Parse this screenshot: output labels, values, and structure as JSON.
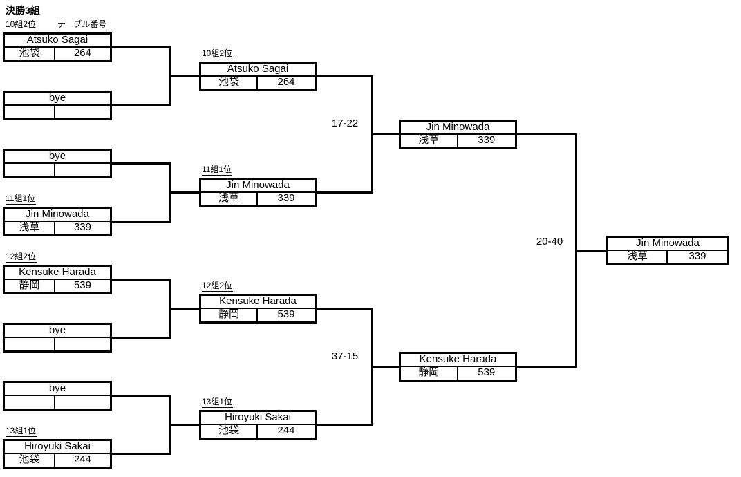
{
  "title": "決勝3組",
  "header": {
    "table_number_label": "テーブル番号"
  },
  "rounds": {
    "round1": [
      {
        "seed": "10組2位",
        "name": "Atsuko Sagai",
        "venue": "池袋",
        "table": "264"
      },
      {
        "seed": "",
        "name": "bye",
        "venue": "",
        "table": ""
      },
      {
        "seed": "",
        "name": "bye",
        "venue": "",
        "table": ""
      },
      {
        "seed": "11組1位",
        "name": "Jin Minowada",
        "venue": "浅草",
        "table": "339"
      },
      {
        "seed": "12組2位",
        "name": "Kensuke Harada",
        "venue": "静岡",
        "table": "539"
      },
      {
        "seed": "",
        "name": "bye",
        "venue": "",
        "table": ""
      },
      {
        "seed": "",
        "name": "bye",
        "venue": "",
        "table": ""
      },
      {
        "seed": "13組1位",
        "name": "Hiroyuki Sakai",
        "venue": "池袋",
        "table": "244"
      }
    ],
    "round2": [
      {
        "seed": "10組2位",
        "name": "Atsuko Sagai",
        "venue": "池袋",
        "table": "264"
      },
      {
        "seed": "11組1位",
        "name": "Jin Minowada",
        "venue": "浅草",
        "table": "339"
      },
      {
        "seed": "12組2位",
        "name": "Kensuke Harada",
        "venue": "静岡",
        "table": "539"
      },
      {
        "seed": "13組1位",
        "name": "Hiroyuki Sakai",
        "venue": "池袋",
        "table": "244"
      }
    ],
    "semifinal": [
      {
        "name": "Jin Minowada",
        "venue": "浅草",
        "table": "339"
      },
      {
        "name": "Kensuke Harada",
        "venue": "静岡",
        "table": "539"
      }
    ],
    "final": [
      {
        "name": "Jin Minowada",
        "venue": "浅草",
        "table": "339"
      }
    ]
  },
  "scores": {
    "top_semifinal": "17-22",
    "bottom_semifinal": "37-15",
    "final": "20-40"
  },
  "colors": {
    "background": "#ffffff",
    "line": "#000000",
    "text": "#000000"
  }
}
